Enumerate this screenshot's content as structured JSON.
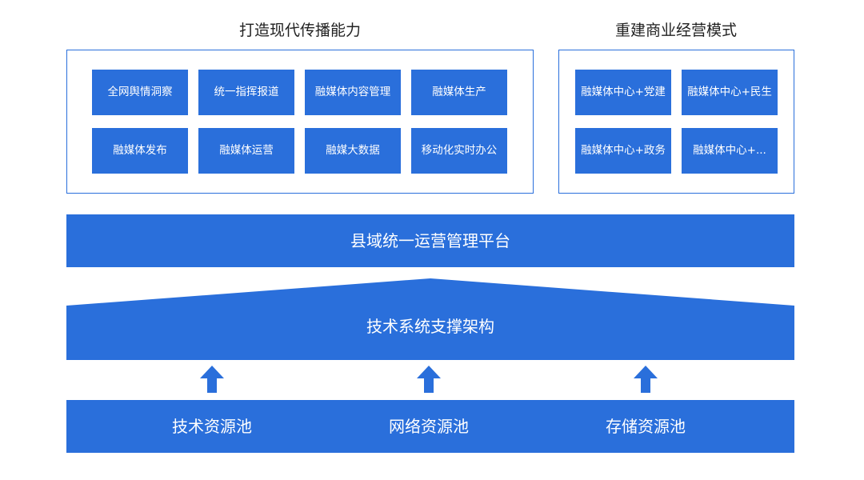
{
  "left_section": {
    "title": "打造现代传播能力",
    "items": [
      "全网舆情洞察",
      "统一指挥报道",
      "融媒体内容管理",
      "融媒体生产",
      "融媒体发布",
      "融媒体运营",
      "融媒大数据",
      "移动化实时办公"
    ]
  },
  "right_section": {
    "title": "重建商业经营模式",
    "items": [
      "融媒体中心+党建",
      "融媒体中心+民生",
      "融媒体中心+政务",
      "融媒体中心+..."
    ]
  },
  "platform": {
    "label": "县域统一运营管理平台"
  },
  "support": {
    "label": "技术系统支撑架构"
  },
  "pools": [
    "技术资源池",
    "网络资源池",
    "存储资源池"
  ],
  "colors": {
    "primary_blue": "#2a6fdb",
    "text_dark": "#222222",
    "background": "#ffffff"
  },
  "icons": {
    "arrow": "arrow-up-icon"
  }
}
